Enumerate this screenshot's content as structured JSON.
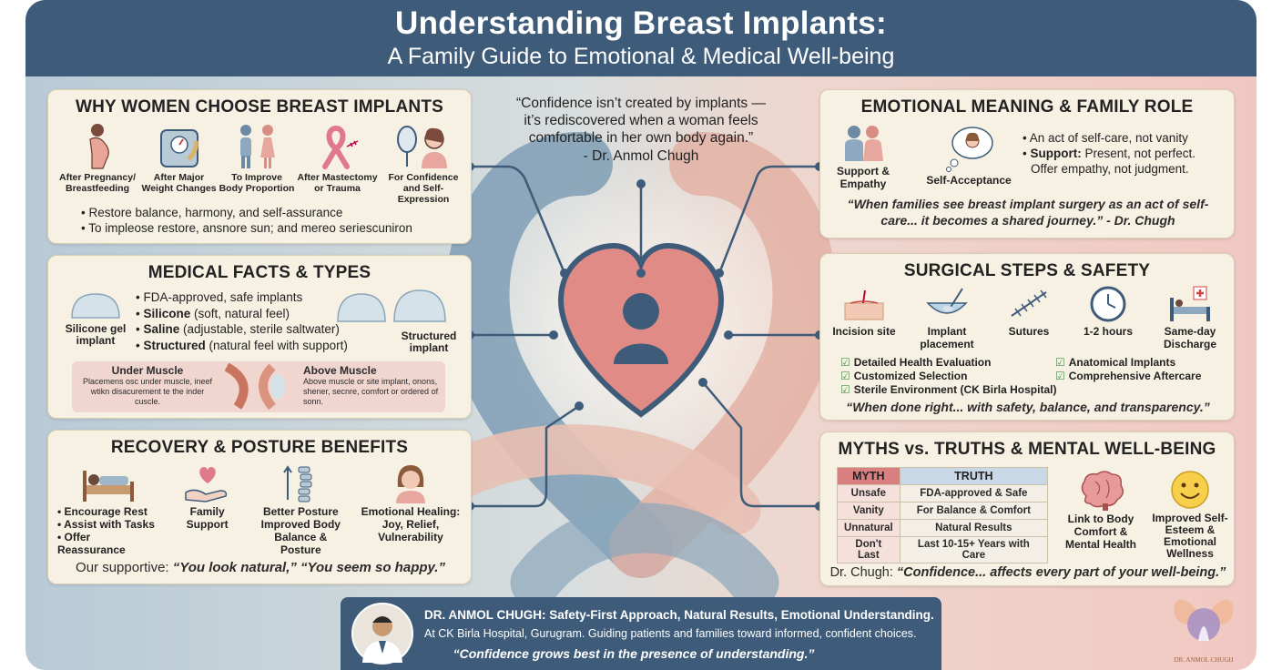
{
  "header": {
    "title": "Understanding Breast Implants:",
    "subtitle": "A Family Guide to Emotional & Medical Well-being"
  },
  "center_quote": {
    "text": "“Confidence isn’t created by implants — it’s rediscovered when a woman feels comfortable in her own body again.”",
    "author": "- Dr. Anmol Chugh"
  },
  "why": {
    "title": "WHY WOMEN CHOOSE BREAST IMPLANTS",
    "items": [
      {
        "icon": "pregnant-woman-icon",
        "label": "After Pregnancy/ Breastfeeding"
      },
      {
        "icon": "scale-icon",
        "label": "After Major Weight Changes"
      },
      {
        "icon": "body-figures-icon",
        "label": "To Improve Body Proportion"
      },
      {
        "icon": "ribbon-icon",
        "label": "After Mastectomy or Trauma"
      },
      {
        "icon": "mirror-icon",
        "label": "For Confidence and Self-Expression"
      }
    ],
    "bullets": [
      "Restore balance, harmony, and self-assurance",
      "To impleose restore, ansnore sun; and mereo seriescuniron"
    ]
  },
  "medical": {
    "title": "MEDICAL FACTS & TYPES",
    "left_label": "Silicone gel implant",
    "right_label": "Structured implant",
    "bullets": [
      {
        "bold": "",
        "text": "FDA-approved, safe implants"
      },
      {
        "bold": "Silicone",
        "text": " (soft, natural feel)"
      },
      {
        "bold": "Saline",
        "text": " (adjustable, sterile saltwater)"
      },
      {
        "bold": "Structured",
        "text": " (natural feel with support)"
      }
    ],
    "under": {
      "title": "Under Muscle",
      "text": "Placemens osc under muscle, ineef wtikn disacurement te the inder cuscle."
    },
    "above": {
      "title": "Above Muscle",
      "text": "Above muscle or site implant, onons, shener, secnre, comfort or ordered of sonn."
    }
  },
  "recovery": {
    "title": "RECOVERY & POSTURE BENEFITS",
    "items": [
      {
        "icon": "bed-rest-icon",
        "lines": [
          "• Encourage Rest",
          "• Assist with Tasks",
          "• Offer Reassurance"
        ]
      },
      {
        "icon": "heart-hand-icon",
        "lines": [
          "Family",
          "Support"
        ]
      },
      {
        "icon": "spine-icon",
        "lines": [
          "Better Posture",
          "Improved Body",
          "Balance & Posture"
        ]
      },
      {
        "icon": "woman-portrait-icon",
        "lines": [
          "Emotional Healing:",
          "Joy, Relief,",
          "Vulnerability"
        ]
      }
    ],
    "quote_prefix": "Our supportive: ",
    "quote": "“You look natural,” “You seem so happy.”"
  },
  "emotional": {
    "title": "EMOTIONAL MEANING & FAMILY ROLE",
    "items": [
      {
        "icon": "family-icon",
        "label": "Support & Empathy"
      },
      {
        "icon": "thought-bubble-icon",
        "label": "Self-Acceptance"
      }
    ],
    "bullet1": "An act of self-care, not vanity",
    "bullet2_bold": "Support:",
    "bullet2": " Present, not perfect.",
    "bullet3": "Offer empathy, not judgment.",
    "quote": "“When families see breast implant surgery as an act of self-care... it becomes a shared journey.” - Dr. Chugh"
  },
  "surgical": {
    "title": "SURGICAL STEPS & SAFETY",
    "steps": [
      {
        "icon": "incision-icon",
        "label": "Incision site"
      },
      {
        "icon": "implant-placement-icon",
        "label": "Implant placement"
      },
      {
        "icon": "sutures-icon",
        "label": "Sutures"
      },
      {
        "icon": "clock-icon",
        "label": "1-2 hours"
      },
      {
        "icon": "hospital-bed-icon",
        "label": "Same-day Discharge"
      }
    ],
    "checks_left": [
      "Detailed Health Evaluation",
      "Customized Selection",
      "Sterile Environment (CK Birla Hospital)"
    ],
    "checks_right": [
      "Anatomical Implants",
      "Comprehensive Aftercare"
    ],
    "quote": "“When done right... with safety, balance, and transparency.”"
  },
  "myths": {
    "title": "MYTHS vs. TRUTHS & MENTAL WELL-BEING",
    "head_myth": "MYTH",
    "head_truth": "TRUTH",
    "rows": [
      {
        "myth": "Unsafe",
        "truth": "FDA-approved & Safe"
      },
      {
        "myth": "Vanity",
        "truth": "For Balance & Comfort"
      },
      {
        "myth": "Unnatural",
        "truth": "Natural Results"
      },
      {
        "myth": "Don't Last",
        "truth": "Last 10-15+ Years with Care"
      }
    ],
    "brain_label": "Link to Body Comfort & Mental Health",
    "smile_label": "Improved Self-Esteem & Emotional Wellness",
    "quote_prefix": "Dr. Chugh: ",
    "quote": "“Confidence... affects every part of your well-being.”"
  },
  "footer": {
    "line1": "DR. ANMOL CHUGH: Safety-First Approach, Natural Results, Emotional Understanding.",
    "line2": "At CK Birla Hospital, Gurugram. Guiding patients and families toward informed, confident choices.",
    "line3": "“Confidence grows best in the presence of understanding.”"
  },
  "logo": {
    "text": "DR. ANMOL CHUGH"
  },
  "colors": {
    "header": "#3e5c7a",
    "card": "#f7f1e4",
    "accent": "#d97f7f"
  }
}
